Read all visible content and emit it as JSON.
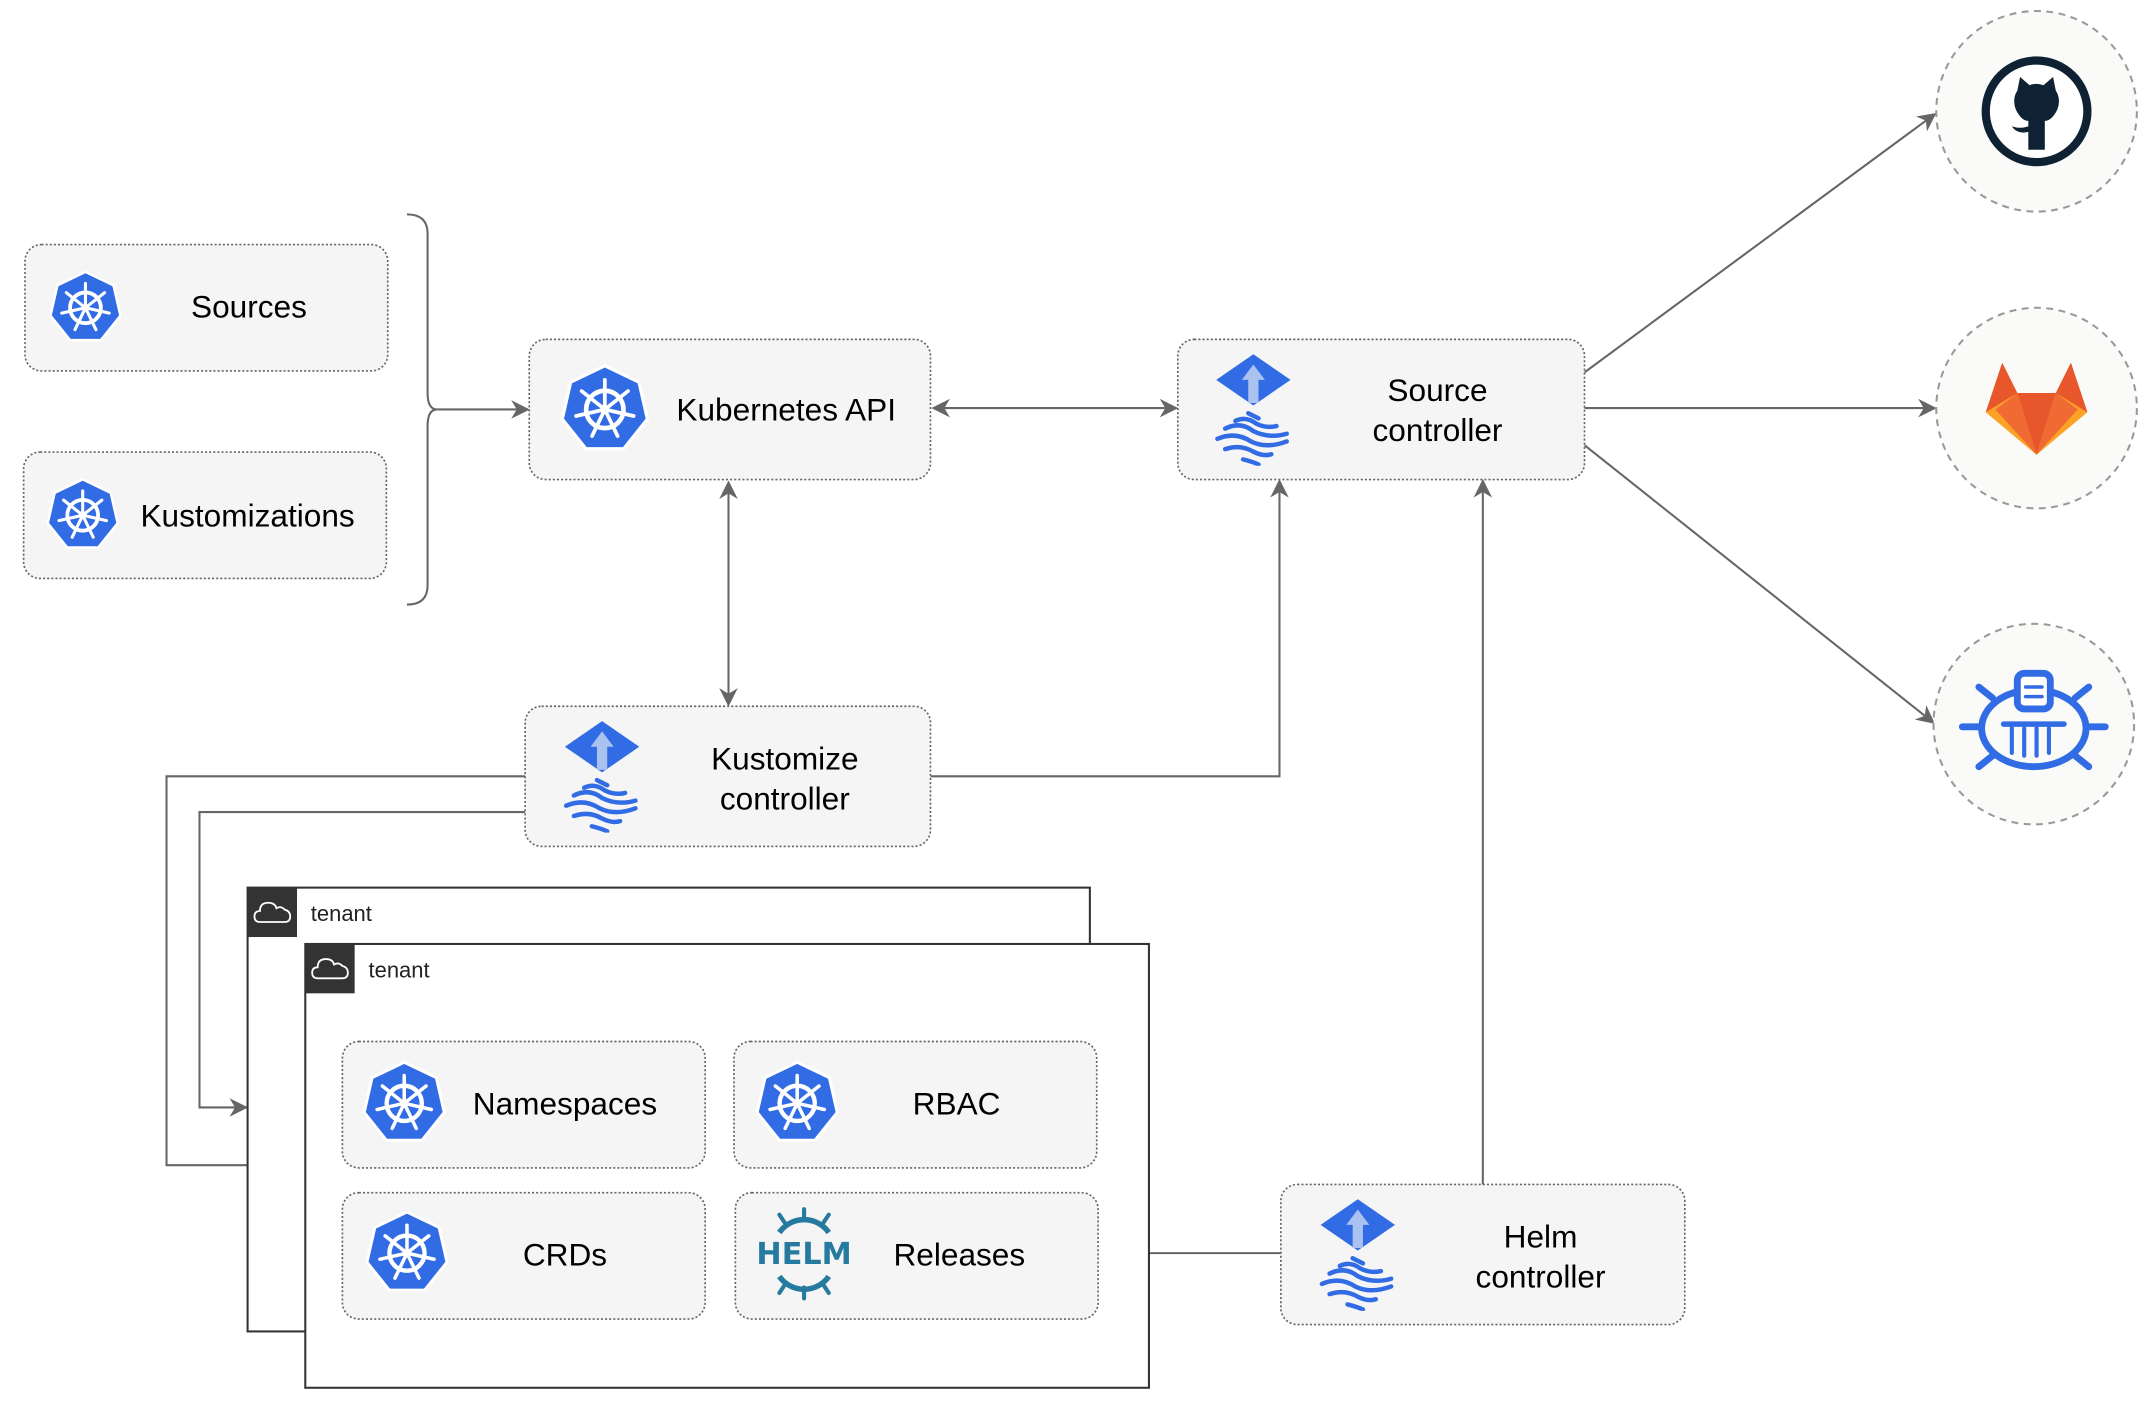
{
  "nodes": {
    "sources": "Sources",
    "kustomizations": "Kustomizations",
    "kubernetes_api": "Kubernetes API",
    "source_controller": [
      "Source",
      "controller"
    ],
    "kustomize_controller": [
      "Kustomize",
      "controller"
    ],
    "helm_controller": [
      "Helm",
      "controller"
    ],
    "namespaces": "Namespaces",
    "rbac": "RBAC",
    "crds": "CRDs",
    "releases": "Releases"
  },
  "tenants": [
    "tenant",
    "tenant"
  ],
  "external_sources": [
    {
      "icon": "github-icon"
    },
    {
      "icon": "gitlab-icon"
    },
    {
      "icon": "bucket-icon"
    }
  ],
  "icons": {
    "kubernetes": "kubernetes-icon",
    "flux": "flux-icon",
    "helm": "helm-icon",
    "helm_text": "HELM",
    "cloud": "cloud-icon"
  },
  "colors": {
    "kubernetes_blue": "#326ce5",
    "helm_blue": "#277a9f",
    "github_dark": "#0f2233",
    "gitlab_orange": "#e8572b",
    "gitlab_yellow": "#fca326",
    "edge_gray": "#666666"
  }
}
